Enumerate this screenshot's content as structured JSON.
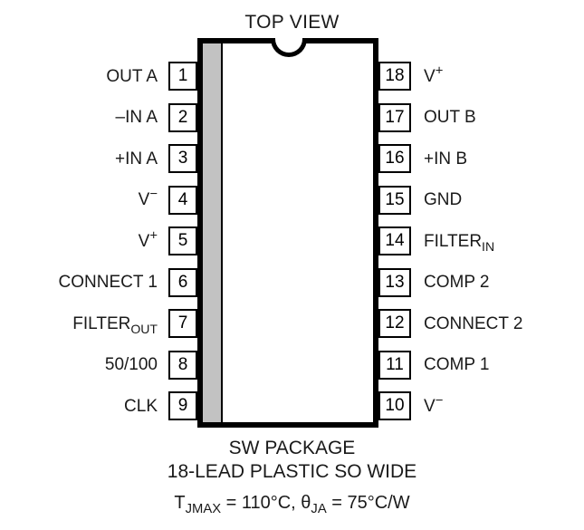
{
  "diagram": {
    "title": "TOP VIEW",
    "package_graphic": {
      "notch_name": "pin-1-notch",
      "lead_bar_color": "#c2c2c2",
      "outline_color": "#000000"
    },
    "left_pins": [
      {
        "number": "1",
        "label": "OUT A",
        "label_html": "OUT A"
      },
      {
        "number": "2",
        "label": "-IN A",
        "label_html": "–IN A"
      },
      {
        "number": "3",
        "label": "+IN A",
        "label_html": "+IN A"
      },
      {
        "number": "4",
        "label": "V-",
        "label_html": "V"
      },
      {
        "number": "5",
        "label": "V+",
        "label_html": "V"
      },
      {
        "number": "6",
        "label": "CONNECT 1",
        "label_html": "CONNECT 1"
      },
      {
        "number": "7",
        "label": "FILTER OUT",
        "label_html": "FILTER"
      },
      {
        "number": "8",
        "label": "50/100",
        "label_html": "50/100"
      },
      {
        "number": "9",
        "label": "CLK",
        "label_html": "CLK"
      }
    ],
    "right_pins": [
      {
        "number": "18",
        "label": "V+",
        "label_html": "V"
      },
      {
        "number": "17",
        "label": "OUT B",
        "label_html": "OUT B"
      },
      {
        "number": "16",
        "label": "+IN B",
        "label_html": "+IN B"
      },
      {
        "number": "15",
        "label": "GND",
        "label_html": "GND"
      },
      {
        "number": "14",
        "label": "FILTER IN",
        "label_html": "FILTER"
      },
      {
        "number": "13",
        "label": "COMP 2",
        "label_html": "COMP 2"
      },
      {
        "number": "12",
        "label": "CONNECT 2",
        "label_html": "CONNECT 2"
      },
      {
        "number": "11",
        "label": "COMP 1",
        "label_html": "COMP 1"
      },
      {
        "number": "10",
        "label": "V-",
        "label_html": "V"
      }
    ],
    "captions": {
      "line1": "SW PACKAGE",
      "line2": "18-LEAD PLASTIC SO WIDE",
      "line3_prefix": "T",
      "line3_sub1": "JMAX",
      "line3_mid": " = 110°C, ",
      "line3_theta": "θ",
      "line3_sub2": "JA",
      "line3_tail": " = 75°C/W"
    }
  }
}
